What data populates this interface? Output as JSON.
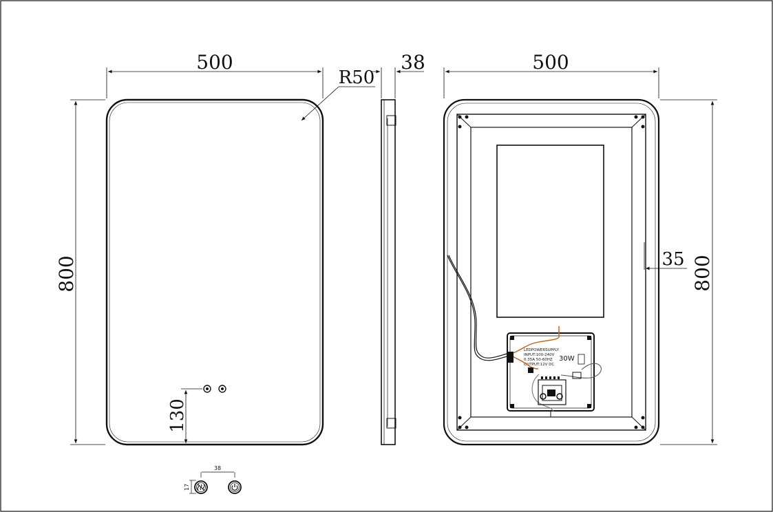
{
  "front_view": {
    "width_label": "500",
    "height_label": "800",
    "radius_label": "R50",
    "switch_offset_label": "130"
  },
  "side_view": {
    "depth_label": "38"
  },
  "back_view": {
    "width_label": "500",
    "height_label": "800",
    "offset_label": "35",
    "driver": {
      "line1": "LEDPOWERSUPPLY",
      "line2": "INPUT:100-240V",
      "line3": "0.35A 50-60HZ",
      "line4": "OUTPUT:12V DC",
      "wattage": "30W"
    }
  },
  "switch_detail": {
    "spacing_label": "38",
    "size_label": "17",
    "buttons": [
      "defog-button-icon",
      "power-button-icon"
    ]
  }
}
